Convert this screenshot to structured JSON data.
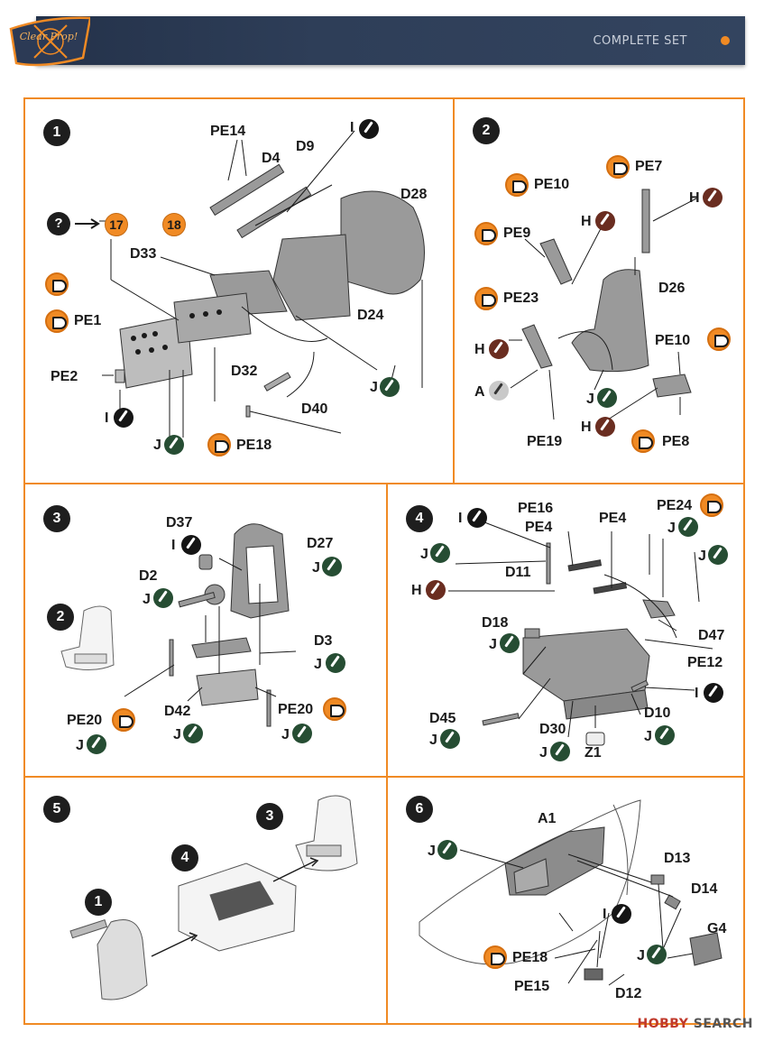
{
  "header": {
    "logo_text": "Clear Prop!",
    "title": "COMPLETE SET"
  },
  "colors": {
    "accent": "#f08a24",
    "header_bg": "#2e3e58",
    "paint_J": "#264d33",
    "paint_I": "#151515",
    "paint_H": "#6a2d20",
    "paint_A": "#c9c9c9"
  },
  "steps": {
    "s1": {
      "number": "1",
      "labels": {
        "pe14": "PE14",
        "d4": "D4",
        "d9": "D9",
        "i_top": "I",
        "d28": "D28",
        "q": "?",
        "n17": "17",
        "n18": "18",
        "d33": "D33",
        "d24": "D24",
        "pe1": "PE1",
        "pe2": "PE2",
        "i_bot": "I",
        "d32": "D32",
        "j_right": "J",
        "d40": "D40",
        "j_bot": "J",
        "pe18": "PE18"
      }
    },
    "s2": {
      "number": "2",
      "labels": {
        "pe7": "PE7",
        "h_tr": "H",
        "pe10_l": "PE10",
        "pe9": "PE9",
        "h_mid": "H",
        "d26": "D26",
        "pe23": "PE23",
        "h_l": "H",
        "pe10_r": "PE10",
        "a": "A",
        "j": "J",
        "h_b": "H",
        "pe19": "PE19",
        "pe8": "PE8"
      }
    },
    "s3": {
      "number": "3",
      "sub_ref": "2",
      "labels": {
        "d37": "D37",
        "i": "I",
        "d27": "D27",
        "j_d27": "J",
        "d2": "D2",
        "j_d2": "J",
        "d3": "D3",
        "j_d3": "J",
        "pe20_l": "PE20",
        "j_pe20_l": "J",
        "d42": "D42",
        "j_d42": "J",
        "pe20_r": "PE20",
        "j_pe20_r": "J"
      }
    },
    "s4": {
      "number": "4",
      "labels": {
        "i_tl": "I",
        "pe16": "PE16",
        "pe4_a": "PE4",
        "pe4_b": "PE4",
        "pe24": "PE24",
        "j_pe24": "J",
        "j_l": "J",
        "d11": "D11",
        "j_r": "J",
        "h": "H",
        "d18": "D18",
        "j_d18": "J",
        "d47": "D47",
        "pe12": "PE12",
        "i_r": "I",
        "d45": "D45",
        "j_d45": "J",
        "d30": "D30",
        "j_d30": "J",
        "d10": "D10",
        "j_d10": "J",
        "z1": "Z1"
      }
    },
    "s5": {
      "number": "5",
      "refs": [
        "3",
        "4",
        "1"
      ]
    },
    "s6": {
      "number": "6",
      "labels": {
        "a1": "A1",
        "j_l": "J",
        "d13": "D13",
        "d14": "D14",
        "g4": "G4",
        "i": "I",
        "pe18": "PE18",
        "j_r": "J",
        "pe15": "PE15",
        "d12": "D12"
      }
    }
  },
  "watermark": {
    "hobby": "HOBBY",
    "search": "SEARCH"
  }
}
